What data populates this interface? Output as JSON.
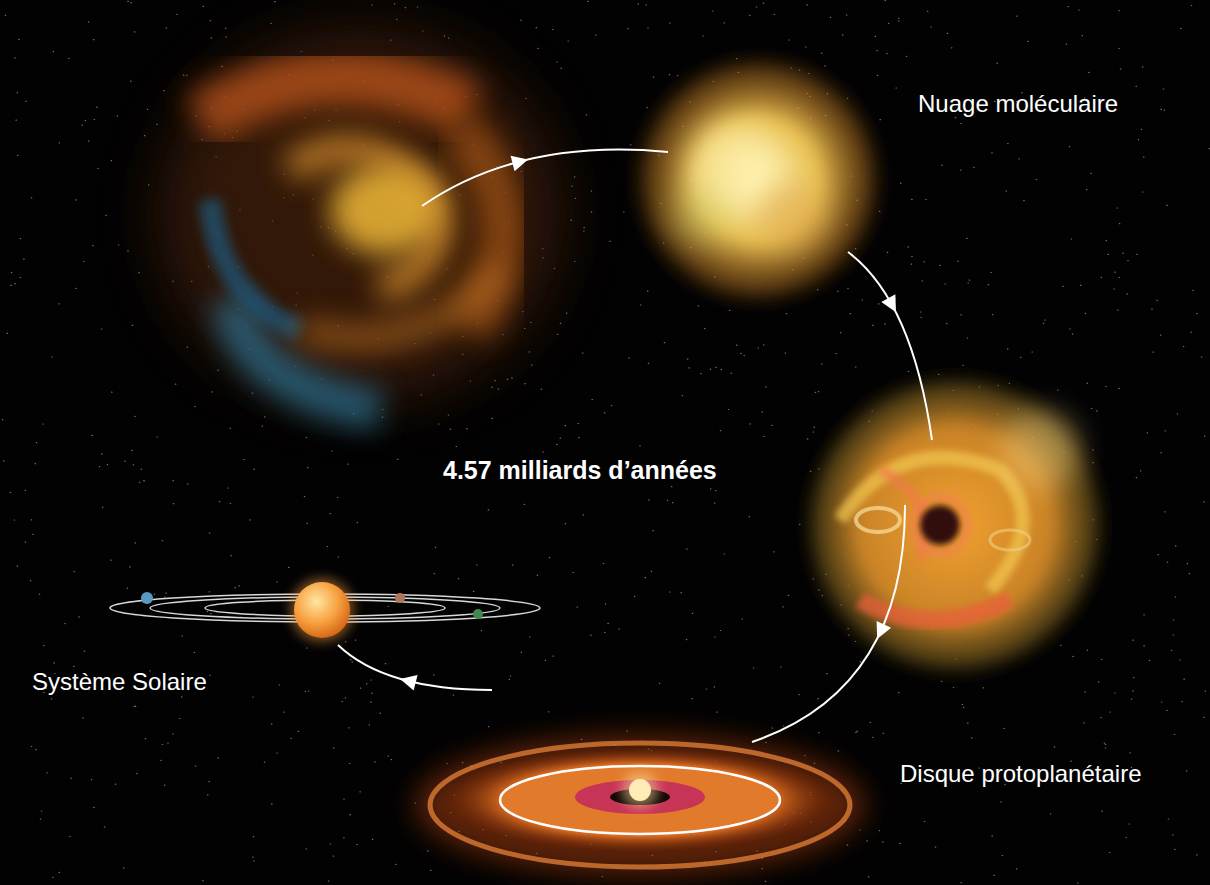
{
  "diagram": {
    "labels": [
      "Nuage moléculaire",
      "4.57 milliards d’années",
      "Système Solaire",
      "Disque protoplanétaire"
    ]
  }
}
